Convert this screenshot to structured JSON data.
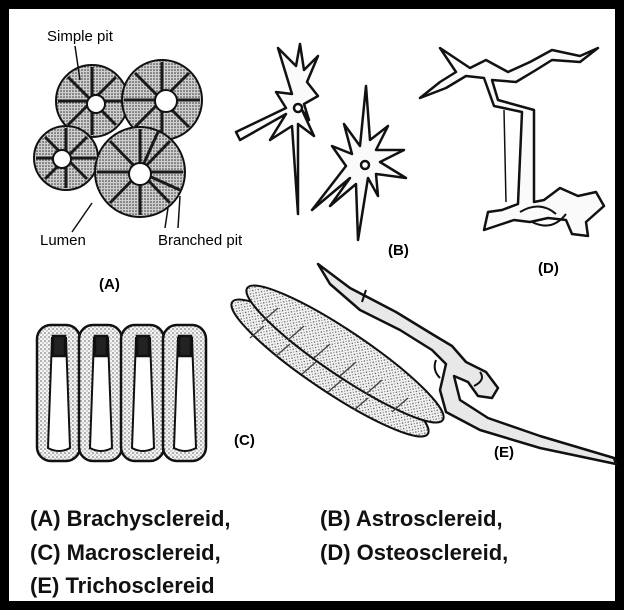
{
  "labels": {
    "simple_pit": "Simple pit",
    "lumen": "Lumen",
    "branched_pit": "Branched pit"
  },
  "tags": {
    "a": "(A)",
    "b": "(B)",
    "c": "(C)",
    "d": "(D)",
    "e": "(E)"
  },
  "legend": {
    "a": "(A) Brachysclereid,",
    "b": "(B) Astrosclereid,",
    "c": "(C) Macrosclereid,",
    "d": "(D) Osteosclereid,",
    "e": "(E) Trichosclereid"
  }
}
